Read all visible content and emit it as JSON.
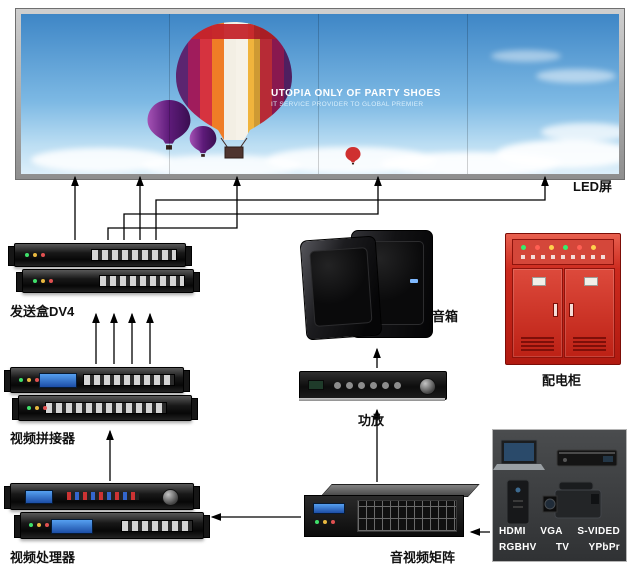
{
  "screen": {
    "label": "LED屏",
    "slogan_line1": "UTOPIA ONLY OF PARTY SHOES",
    "slogan_line2": "IT SERVICE PROVIDER TO GLOBAL PREMIER"
  },
  "devices": {
    "sender": {
      "label": "发送盒DV4"
    },
    "splicer": {
      "label": "视频拼接器"
    },
    "processor": {
      "label": "视频处理器"
    },
    "speakers": {
      "label": "音箱"
    },
    "amplifier": {
      "label": "功放"
    },
    "cabinet": {
      "label": "配电柜"
    },
    "matrix": {
      "label": "音视频矩阵"
    }
  },
  "sources": {
    "row1": [
      "HDMI",
      "VGA",
      "S-VIDED"
    ],
    "row2": [
      "RGBHV",
      "TV",
      "YPbPr"
    ]
  },
  "colors": {
    "arrow": "#000000",
    "cabinet_red": "#c9281e",
    "sky_blue": "#4a9fd8",
    "accent_blue": "#2f6fd8"
  }
}
